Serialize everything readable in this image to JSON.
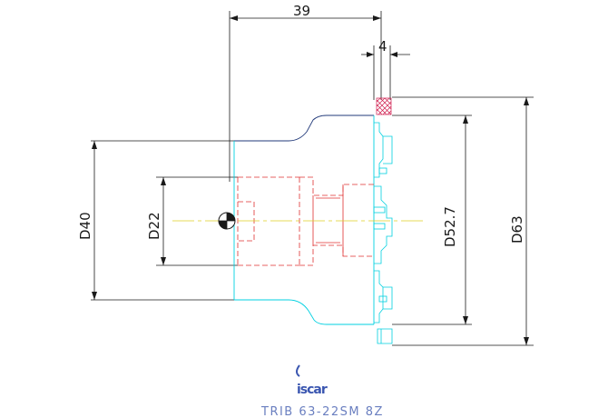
{
  "dimensions": {
    "width_39": "39",
    "width_4": "4",
    "d40": "D40",
    "d22": "D22",
    "d52_7": "D52.7",
    "d63": "D63"
  },
  "logo": {
    "text": "iscar"
  },
  "caption": "TRIB 63-22SM 8Z",
  "colors": {
    "dimension_line": "#1a1a1a",
    "tool_outline": "#00d0e0",
    "hidden_bore": "#e03030",
    "centerline": "#e0d020",
    "insert_hatch": "#d02050",
    "logo": "#3a56b0",
    "caption": "#6a7fc0"
  }
}
